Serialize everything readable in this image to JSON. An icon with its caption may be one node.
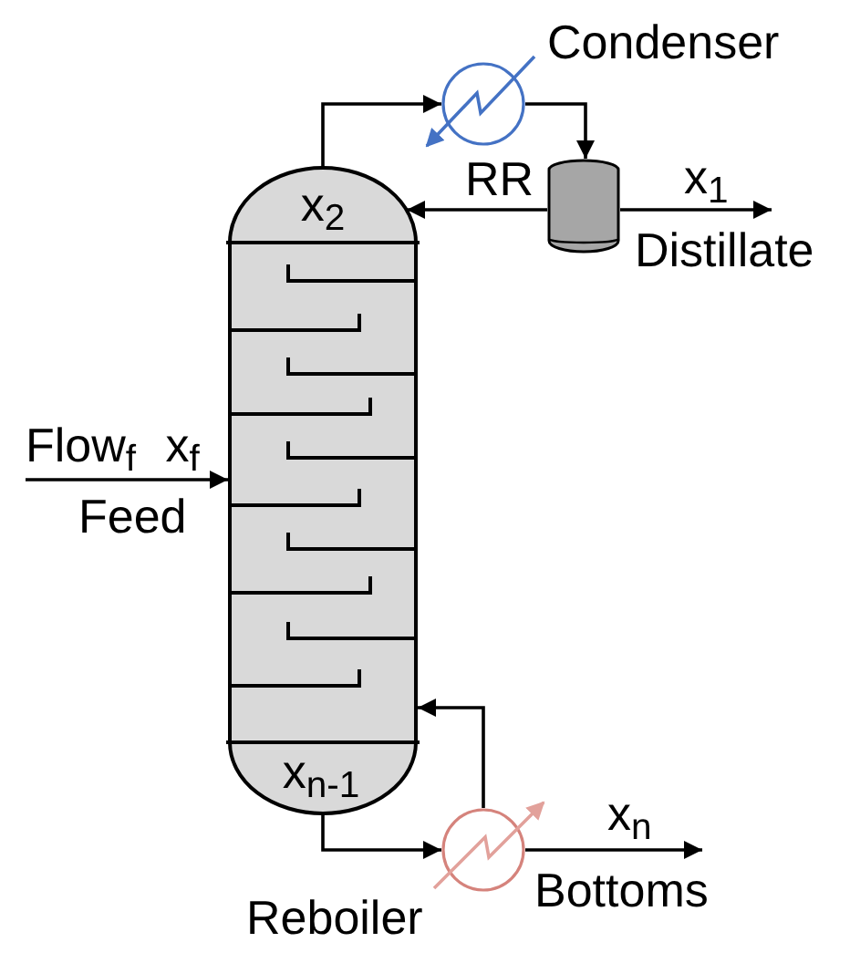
{
  "diagram": {
    "nodes": [
      {
        "text": [
          "x$_{2}$",
          "x$_{n-1}$"
        ]
      },
      {
        "text": [],
        "shape": "circle",
        "beside": [
          "Condenser"
        ]
      },
      {
        "text": [],
        "shape": "cylinder"
      },
      {
        "text": [
          "Distillate"
        ]
      },
      {
        "text": [],
        "shape": "circle",
        "beside": [
          "Reboiler"
        ]
      },
      {
        "text": [
          "Bottoms"
        ]
      }
    ],
    "edges": [
      {
        "from": 0,
        "to": 1,
        "arrow": "to"
      },
      {
        "from": 1,
        "to": 2,
        "arrow": "to"
      },
      {
        "from": 2,
        "to": 0,
        "arrow": "to",
        "label": "RR"
      },
      {
        "from": 2,
        "to": 3,
        "arrow": "to",
        "label": "x$_{1}$"
      },
      {
        "from": null,
        "to": 0,
        "arrow": "to",
        "label": "Flow$_{f}$ x$_{f}$"
      },
      {
        "from": 0,
        "to": 4,
        "arrow": "to"
      },
      {
        "from": 4,
        "to": 0,
        "arrow": "to"
      },
      {
        "from": 4,
        "to": 5,
        "arrow": "to",
        "label": "x$_{n}$"
      }
    ],
    "labels": [
      "Feed"
    ]
  }
}
